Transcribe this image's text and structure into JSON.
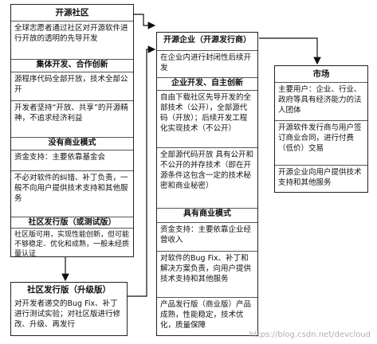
{
  "community": {
    "title": "开源社区",
    "desc": "全球志愿者通过社区对开源软件进行开放的透明的先导开发",
    "sub1": "集体开发、合作创新",
    "c1": "源程序代码全部开放，技术全部公开",
    "c2": "开发者坚持“开放、共享”的开源精神，不追求经济利益",
    "sub2": "没有商业模式",
    "c3": "资金支持：主要依靠基金会",
    "c4": "不必对软件的纠错、补丁负责，一般不向用户提供技术支持和其他服务",
    "sub3": "社区发行版（或测试版）",
    "c5": "社区版可用，实现性能创新，但可能不够稳定、优化和成熟，一般未经质量认证"
  },
  "upgrade": {
    "title": "社区发行版（升级版）",
    "c1": "对开发者递交的Bug Fix、补丁进行测试实验；对社区版进行修改、升级、再发行"
  },
  "enterprise": {
    "title": "开源企业（开源发行商）",
    "c1": "在企业内进行封闭性后续开发",
    "sub1": "企业开发、自主创新",
    "c2": "自由下载社区先导开发的全部技术（公开），全部源代码（开放）；后续开发工程化实现技术（不公开）",
    "c3": "全部源代码开放 具有公开和不公开的并存技术（即在开源条件这包含一定的技术秘密和商业秘密）",
    "sub2": "具有商业模式",
    "c4": "资金支持：主要依靠企业经营收入",
    "c5": "对软件的Bug Fix、补丁和解决方案负责，向用户提供技术支持和其他服务",
    "c6": "产品发行版（商业版）产品成熟，性能稳定，技术优化，质量保障"
  },
  "market": {
    "title": "市场",
    "c1": "主要用户：企业、行业、政府等具有经济能力的法人团体",
    "c2": "开源软件发行商与用户签订商业合同，进行付费（低价）交易",
    "c3": "开源企业向用户提供技术支持和其他服务"
  },
  "watermark": "https://blog.csdn.net/devcloud"
}
